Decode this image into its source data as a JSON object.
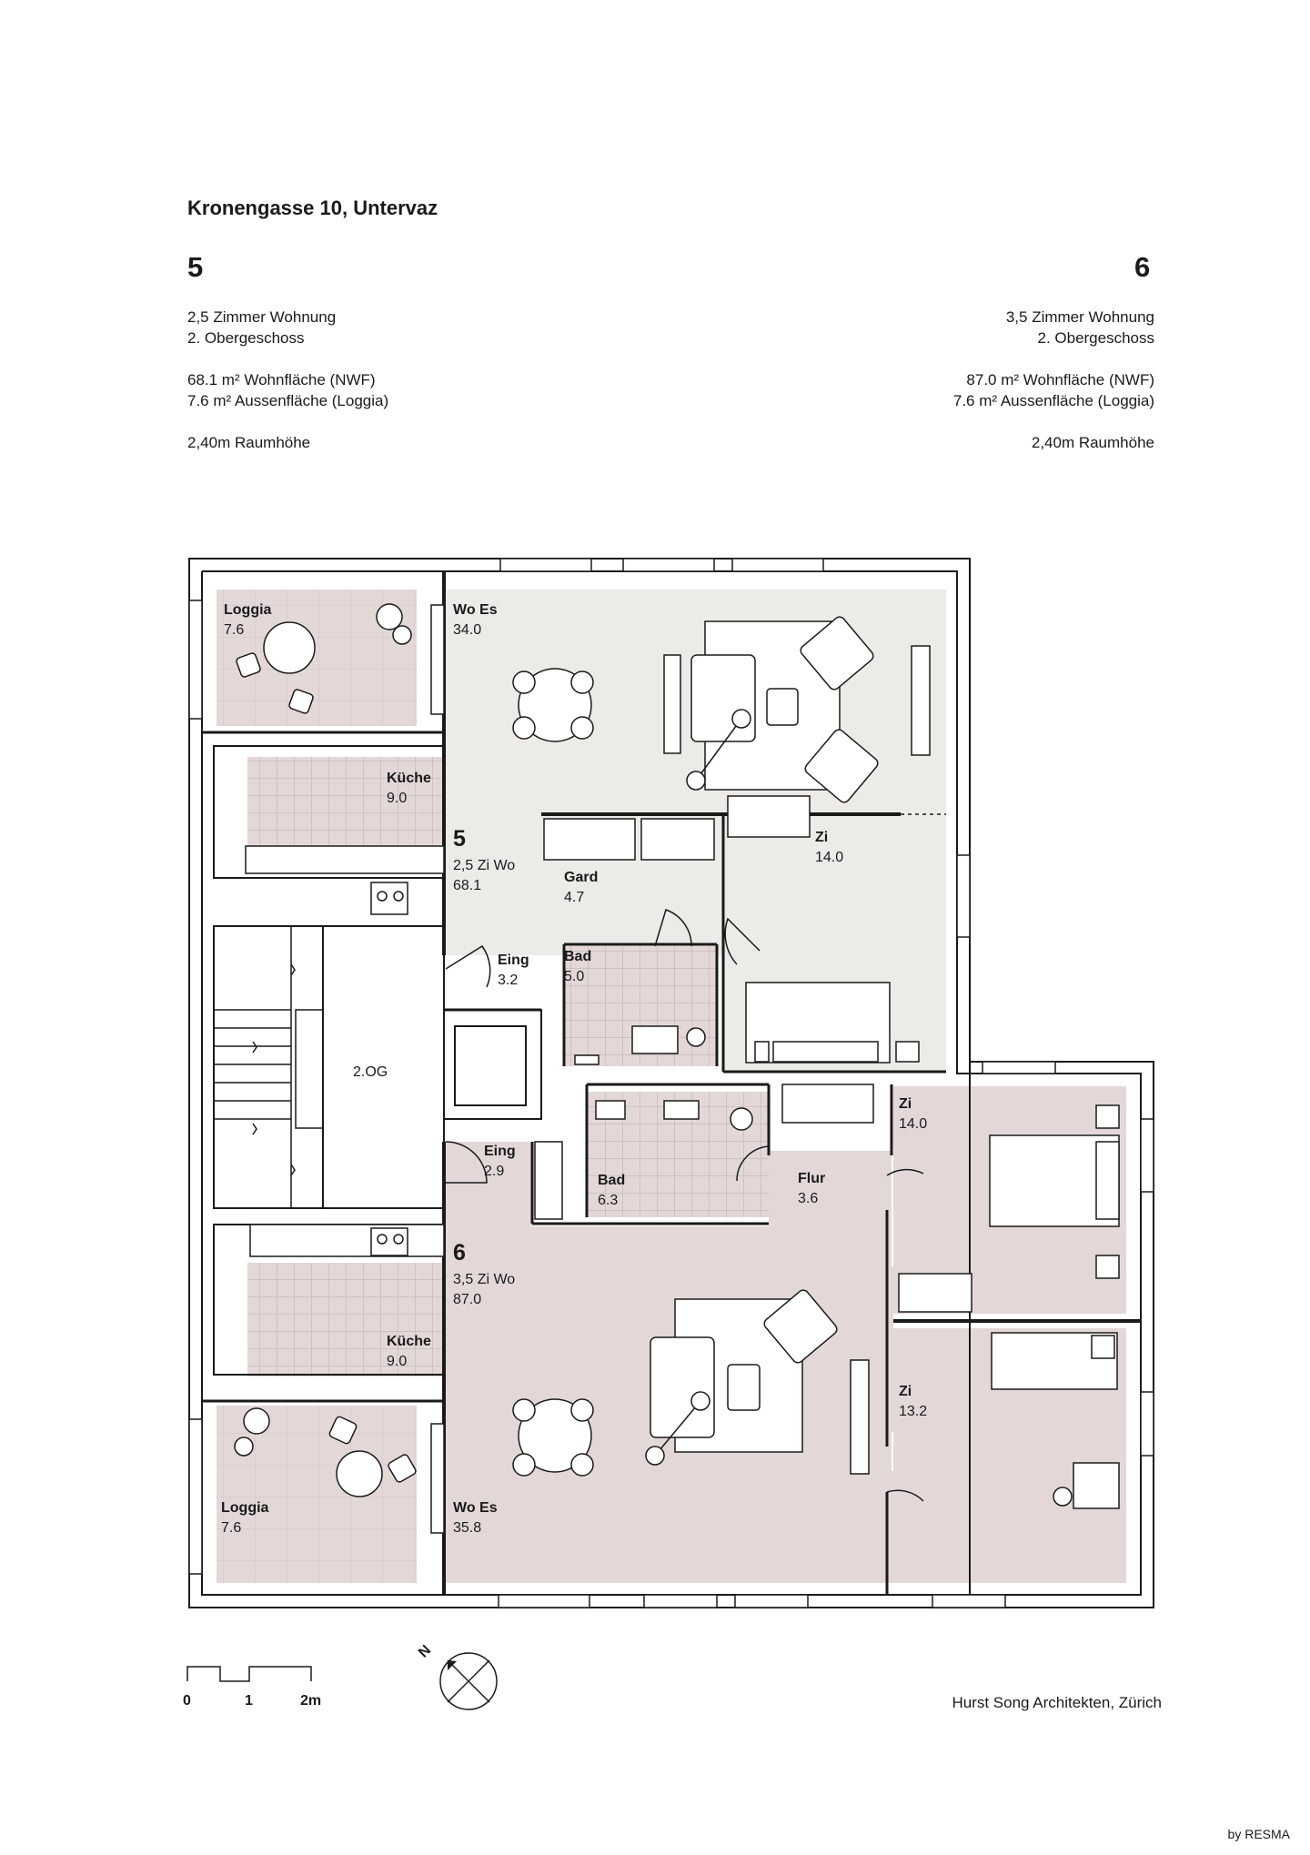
{
  "header": {
    "title": "Kronengasse 10, Untervaz"
  },
  "unit5": {
    "number": "5",
    "type": "2,5 Zimmer Wohnung",
    "floor": "2. Obergeschoss",
    "living_area": "68.1 m² Wohnfläche (NWF)",
    "outdoor_area": "7.6 m² Aussenfläche (Loggia)",
    "room_height": "2,40m Raumhöhe"
  },
  "unit6": {
    "number": "6",
    "type": "3,5 Zimmer Wohnung",
    "floor": "2. Obergeschoss",
    "living_area": "87.0 m² Wohnfläche (NWF)",
    "outdoor_area": "7.6 m² Aussenfläche (Loggia)",
    "room_height": "2,40m Raumhöhe"
  },
  "plan": {
    "colors": {
      "unit5_fill": "#ecebe7",
      "unit6_fill": "#e3d8d7",
      "wall": "#1a1a1a",
      "grid": "#c9bfbf"
    },
    "rooms": {
      "loggia5": {
        "name": "Loggia",
        "area": "7.6"
      },
      "woes5": {
        "name": "Wo Es",
        "area": "34.0"
      },
      "kueche5": {
        "name": "Küche",
        "area": "9.0"
      },
      "unit5": {
        "num": "5",
        "name": "2,5 Zi Wo",
        "area": "68.1"
      },
      "gard5": {
        "name": "Gard",
        "area": "4.7"
      },
      "zi5": {
        "name": "Zi",
        "area": "14.0"
      },
      "eing5": {
        "name": "Eing",
        "area": "3.2"
      },
      "bad5": {
        "name": "Bad",
        "area": "5.0"
      },
      "stair": {
        "name": "2.OG"
      },
      "eing6": {
        "name": "Eing",
        "area": "2.9"
      },
      "bad6": {
        "name": "Bad",
        "area": "6.3"
      },
      "flur6": {
        "name": "Flur",
        "area": "3.6"
      },
      "zi6a": {
        "name": "Zi",
        "area": "14.0"
      },
      "unit6": {
        "num": "6",
        "name": "3,5 Zi Wo",
        "area": "87.0"
      },
      "kueche6": {
        "name": "Küche",
        "area": "9.0"
      },
      "zi6b": {
        "name": "Zi",
        "area": "13.2"
      },
      "loggia6": {
        "name": "Loggia",
        "area": "7.6"
      },
      "woes6": {
        "name": "Wo Es",
        "area": "35.8"
      }
    }
  },
  "scale_bar": {
    "labels": [
      "0",
      "1",
      "2m"
    ]
  },
  "north_arrow": {
    "label": "N",
    "icon": "north-arrow-icon"
  },
  "footer": {
    "architect": "Hurst Song Architekten, Zürich",
    "watermark": "by RESMA"
  }
}
